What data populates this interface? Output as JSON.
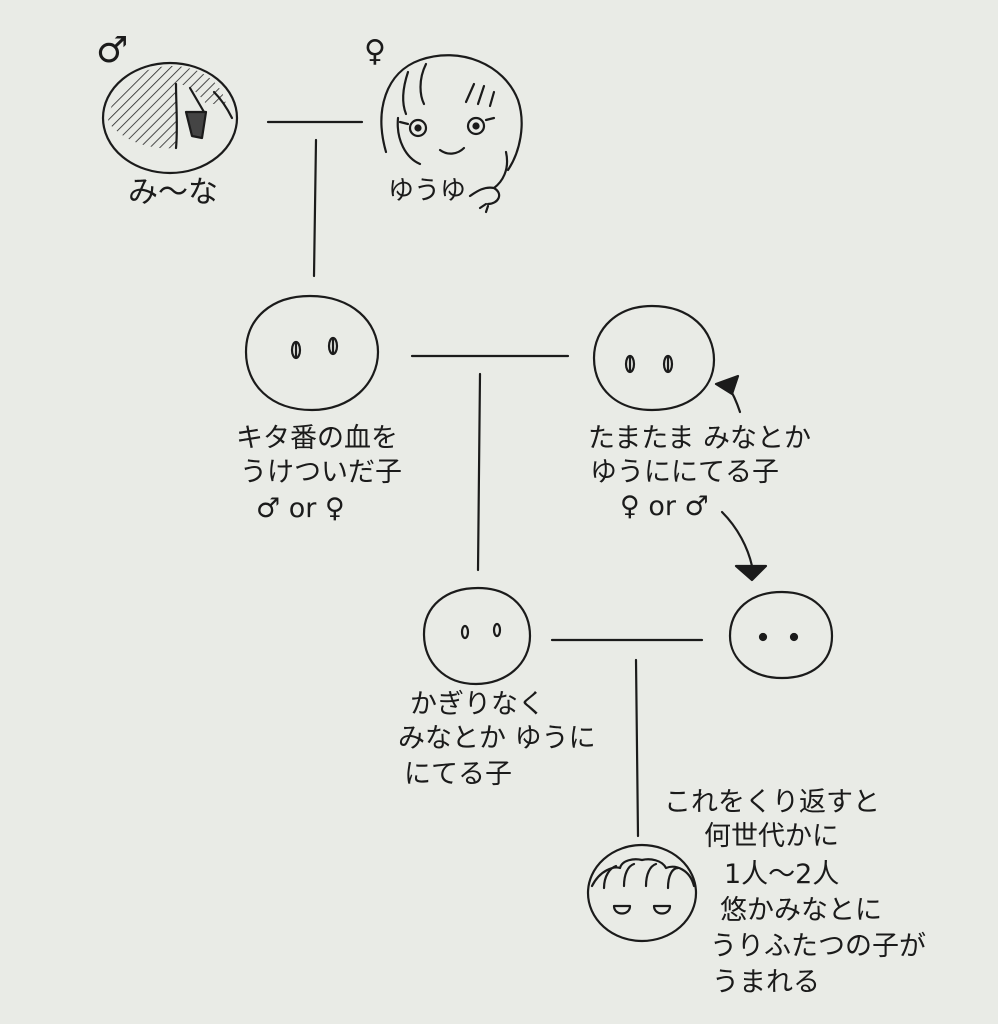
{
  "symbols": {
    "male": "♂",
    "female": "♀"
  },
  "nodes": {
    "father": {
      "name": "み〜な"
    },
    "mother": {
      "name": "ゆうゆ"
    },
    "child1": {
      "lines": [
        "キタ番の血を",
        "うけついだ子",
        "♂ or ♀"
      ]
    },
    "spouse1": {
      "lines": [
        "たまたま みなとか",
        "ゆうににてる子",
        "♀ or ♂"
      ]
    },
    "child2": {
      "lines": [
        "かぎりなく",
        "みなとか ゆうに",
        "にてる子"
      ]
    },
    "descendant": {
      "lines": [
        "これをくり返すと",
        "何世代かに",
        "1人〜2人",
        "悠かみなとに",
        "うりふたつの子が",
        "うまれる"
      ]
    }
  }
}
